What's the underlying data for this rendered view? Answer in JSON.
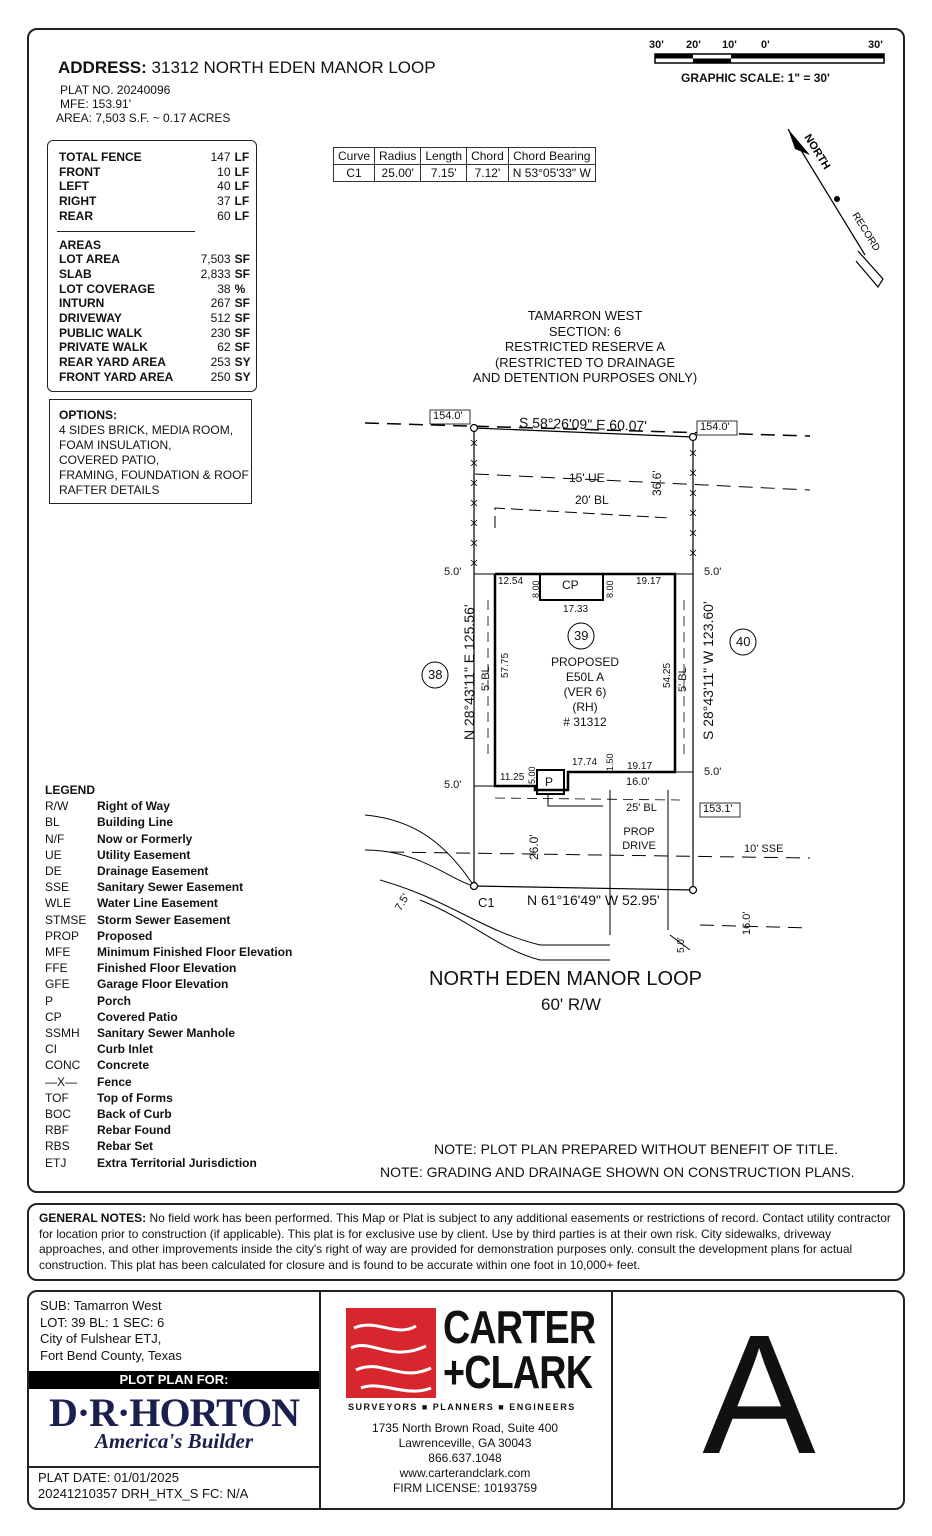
{
  "header": {
    "address_label": "ADDRESS:",
    "address": "31312 NORTH EDEN MANOR LOOP",
    "plat_no": "PLAT NO. 20240096",
    "mfe": "MFE: 153.91'",
    "area": "AREA: 7,503 S.F. ~ 0.17 ACRES"
  },
  "scale": {
    "ticks": [
      "30'",
      "20'",
      "10'",
      "0'",
      "30'"
    ],
    "label": "GRAPHIC SCALE: 1\" = 30'"
  },
  "north": {
    "north_label": "NORTH",
    "record_label": "RECORD"
  },
  "summary": {
    "fence": [
      {
        "label": "TOTAL FENCE",
        "value": "147",
        "unit": "LF"
      },
      {
        "label": "FRONT",
        "value": "10",
        "unit": "LF"
      },
      {
        "label": "LEFT",
        "value": "40",
        "unit": "LF"
      },
      {
        "label": "RIGHT",
        "value": "37",
        "unit": "LF"
      },
      {
        "label": "REAR",
        "value": "60",
        "unit": "LF"
      }
    ],
    "areas_title": "AREAS",
    "areas": [
      {
        "label": "LOT AREA",
        "value": "7,503",
        "unit": "SF"
      },
      {
        "label": "SLAB",
        "value": "2,833",
        "unit": "SF"
      },
      {
        "label": "LOT COVERAGE",
        "value": "38",
        "unit": "%"
      },
      {
        "label": "INTURN",
        "value": "267",
        "unit": "SF"
      },
      {
        "label": "DRIVEWAY",
        "value": "512",
        "unit": "SF"
      },
      {
        "label": "PUBLIC WALK",
        "value": "230",
        "unit": "SF"
      },
      {
        "label": "PRIVATE WALK",
        "value": "62",
        "unit": "SF"
      },
      {
        "label": "REAR YARD AREA",
        "value": "253",
        "unit": "SY"
      },
      {
        "label": "FRONT YARD AREA",
        "value": "250",
        "unit": "SY"
      }
    ]
  },
  "options": {
    "title": "OPTIONS:",
    "lines": [
      "4 SIDES BRICK, MEDIA ROOM,",
      "FOAM INSULATION,",
      "COVERED PATIO,",
      "FRAMING, FOUNDATION & ROOF",
      "RAFTER DETAILS"
    ]
  },
  "curve_table": {
    "headers": [
      "Curve",
      "Radius",
      "Length",
      "Chord",
      "Chord Bearing"
    ],
    "row": [
      "C1",
      "25.00'",
      "7.15'",
      "7.12'",
      "N 53°05'33\" W"
    ]
  },
  "reserve": {
    "lines": [
      "TAMARRON WEST",
      "SECTION: 6",
      "RESTRICTED RESERVE A",
      "(RESTRICTED TO DRAINAGE",
      "AND DETENTION PURPOSES ONLY)"
    ]
  },
  "plan": {
    "rear_bearing": "S 58°26'09\" E  60.07'",
    "elev_left": "154.0'",
    "elev_right": "154.0'",
    "elev_front_right": "153.1'",
    "ue": "15' UE",
    "bl_rear": "20' BL",
    "rear_dim": "36.6'",
    "left_bearing": "N 28°43'11\" E  125.56'",
    "right_bearing": "S 28°43'11\" W  123.60'",
    "front_bearing": "N 61°16'49\" W  52.95'",
    "lot_left": "38",
    "lot_center": "39",
    "lot_right": "40",
    "house_lines": [
      "PROPOSED",
      "E50L A",
      "(VER 6)",
      "(RH)",
      "# 31312"
    ],
    "cp": "CP",
    "p": "P",
    "dims": {
      "d1254": "12.54",
      "d1917a": "19.17",
      "d800a": "8.00",
      "d800b": "8.00",
      "d1733": "17.33",
      "d5775": "57.75",
      "d5425": "54.25",
      "d1125": "11.25",
      "d500": "5.00",
      "d1774": "17.74",
      "d150": "1.50",
      "d1917b": "19.17",
      "d160": "16.0'",
      "d260": "26.0'",
      "side_tl": "5.0'",
      "side_tr": "5.0'",
      "side_bl": "5.0'",
      "side_br": "5.0'",
      "d75": "7.5'",
      "d50": "5.0'",
      "d160b": "16.0'"
    },
    "bl_left": "5' BL",
    "bl_right": "5' BL",
    "bl_front": "25' BL",
    "prop_drive": [
      "PROP",
      "DRIVE"
    ],
    "sse": "10' SSE",
    "c1": "C1",
    "street": "NORTH EDEN MANOR LOOP",
    "row": "60' R/W"
  },
  "legend": {
    "title": "LEGEND",
    "items": [
      [
        "R/W",
        "Right of Way"
      ],
      [
        "BL",
        "Building Line"
      ],
      [
        "N/F",
        "Now or Formerly"
      ],
      [
        "UE",
        "Utility Easement"
      ],
      [
        "DE",
        "Drainage Easement"
      ],
      [
        "SSE",
        "Sanitary Sewer Easement"
      ],
      [
        "WLE",
        "Water Line Easement"
      ],
      [
        "STMSE",
        "Storm Sewer Easement"
      ],
      [
        "PROP",
        "Proposed"
      ],
      [
        "MFE",
        "Minimum Finished Floor Elevation"
      ],
      [
        "FFE",
        "Finished Floor Elevation"
      ],
      [
        "GFE",
        "Garage Floor Elevation"
      ],
      [
        "P",
        "Porch"
      ],
      [
        "CP",
        "Covered Patio"
      ],
      [
        "SSMH",
        "Sanitary Sewer Manhole"
      ],
      [
        "CI",
        "Curb Inlet"
      ],
      [
        "CONC",
        "Concrete"
      ],
      [
        "—X—",
        "Fence"
      ],
      [
        "TOF",
        "Top of Forms"
      ],
      [
        "BOC",
        "Back of Curb"
      ],
      [
        "RBF",
        "Rebar Found"
      ],
      [
        "RBS",
        "Rebar Set"
      ],
      [
        "ETJ",
        "Extra Territorial Jurisdiction"
      ]
    ]
  },
  "notes": [
    "NOTE: PLOT PLAN PREPARED WITHOUT BENEFIT OF TITLE.",
    "NOTE: GRADING AND DRAINAGE SHOWN ON CONSTRUCTION PLANS."
  ],
  "general_notes": {
    "label": "GENERAL NOTES:",
    "text": " No field work has been performed. This Map or Plat is subject to any additional easements or restrictions of record. Contact utility contractor for location prior to construction (if applicable). This plat is for exclusive use by client. Use by third parties is at their own risk. City sidewalks, driveway approaches, and other improvements inside the city's right of way are provided for demonstration purposes only. consult the development plans for actual construction. This plat has been calculated for closure and is found to be accurate within one foot in 10,000+ feet."
  },
  "title_block": {
    "sub": "SUB: Tamarron West",
    "lot": "LOT: 39   BL: 1      SEC: 6",
    "city": "City of Fulshear ETJ,",
    "county": "Fort Bend County, Texas",
    "plot_plan_for": "PLOT PLAN FOR:",
    "builder": "D·R·HORTON",
    "builder_tag": "America's Builder",
    "plat_date": "PLAT DATE:  01/01/2025",
    "job": "20241210357  DRH_HTX_S  FC: N/A",
    "firm_line1": "CARTER",
    "firm_line2": "+CLARK",
    "firm_sub": "SURVEYORS ■ PLANNERS ■ ENGINEERS",
    "firm_addr1": "1735 North Brown Road, Suite 400",
    "firm_addr2": "Lawrenceville, GA 30043",
    "firm_phone": "866.637.1048",
    "firm_web": "www.carterandclark.com",
    "firm_license": "FIRM LICENSE: 10193759",
    "sheet_letter": "A"
  },
  "colors": {
    "brand_red": "#d8262e",
    "dark": "#1a1f4e"
  }
}
